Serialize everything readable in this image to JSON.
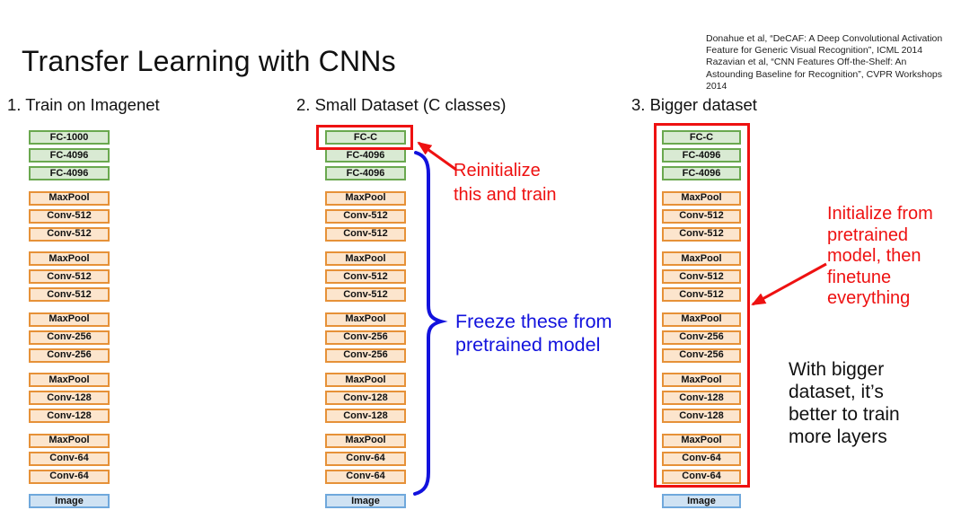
{
  "title": "Transfer Learning with CNNs",
  "citation": "Donahue et al, “DeCAF: A Deep Convolutional Activation\nFeature for Generic Visual Recognition”, ICML 2014\nRazavian et al, “CNN Features Off-the-Shelf: An\nAstounding Baseline for Recognition”, CVPR Workshops\n2014",
  "columns": [
    {
      "header": "1. Train on Imagenet",
      "groups": [
        [
          "FC-1000",
          "FC-4096",
          "FC-4096"
        ],
        [
          "MaxPool",
          "Conv-512",
          "Conv-512"
        ],
        [
          "MaxPool",
          "Conv-512",
          "Conv-512"
        ],
        [
          "MaxPool",
          "Conv-256",
          "Conv-256"
        ],
        [
          "MaxPool",
          "Conv-128",
          "Conv-128"
        ],
        [
          "MaxPool",
          "Conv-64",
          "Conv-64"
        ],
        [
          "Image"
        ]
      ]
    },
    {
      "header": "2. Small Dataset (C classes)",
      "groups": [
        [
          "FC-C",
          "FC-4096",
          "FC-4096"
        ],
        [
          "MaxPool",
          "Conv-512",
          "Conv-512"
        ],
        [
          "MaxPool",
          "Conv-512",
          "Conv-512"
        ],
        [
          "MaxPool",
          "Conv-256",
          "Conv-256"
        ],
        [
          "MaxPool",
          "Conv-128",
          "Conv-128"
        ],
        [
          "MaxPool",
          "Conv-64",
          "Conv-64"
        ],
        [
          "Image"
        ]
      ]
    },
    {
      "header": "3. Bigger dataset",
      "groups": [
        [
          "FC-C",
          "FC-4096",
          "FC-4096"
        ],
        [
          "MaxPool",
          "Conv-512",
          "Conv-512"
        ],
        [
          "MaxPool",
          "Conv-512",
          "Conv-512"
        ],
        [
          "MaxPool",
          "Conv-256",
          "Conv-256"
        ],
        [
          "MaxPool",
          "Conv-128",
          "Conv-128"
        ],
        [
          "MaxPool",
          "Conv-64",
          "Conv-64"
        ],
        [
          "Image"
        ]
      ]
    }
  ],
  "annotations": {
    "reinitialize": "Reinitialize\nthis and train",
    "freeze": "Freeze these from\npretrained model",
    "initialize": "Initialize from\npretrained\nmodel, then\nfinetune\neverything",
    "bigger_dataset": "With bigger\ndataset, it’s\nbetter to train\nmore layers"
  },
  "colors": {
    "red_accent": "#ee1111",
    "blue_accent": "#1212dd",
    "green_border": "#6aa84f",
    "green_fill": "#d9ead3",
    "orange_border": "#e69138",
    "orange_fill": "#fce5cd",
    "image_border": "#6fa8dc",
    "image_fill": "#cfe2f3"
  }
}
